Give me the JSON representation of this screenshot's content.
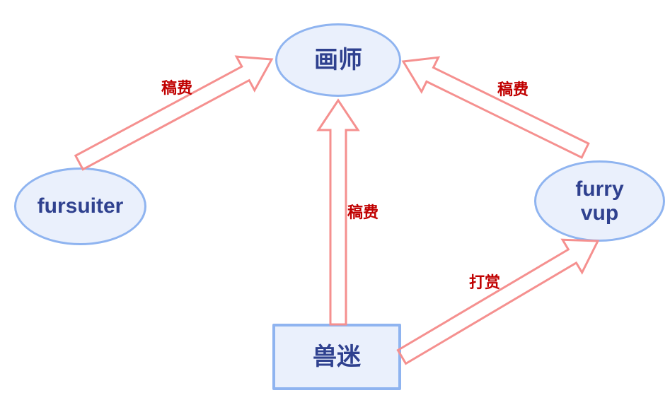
{
  "diagram": {
    "colors": {
      "node_fill": "#EAF0FC",
      "node_border": "#8FB4F0",
      "node_text": "#2F418F",
      "arrow_stroke": "#F5908F",
      "edge_label_color": "#C00000",
      "background": "#FFFFFF"
    },
    "nodes": [
      {
        "id": "artist",
        "shape": "ellipse",
        "label": "画师"
      },
      {
        "id": "fursuiter",
        "shape": "ellipse",
        "label": "fursuiter"
      },
      {
        "id": "furry-vup",
        "shape": "ellipse",
        "label": "furry vup"
      },
      {
        "id": "furry-fan",
        "shape": "rectangle",
        "label": "兽迷"
      }
    ],
    "edges": [
      {
        "from": "fursuiter",
        "to": "artist",
        "label": "稿费",
        "arrow_style": "hollow-block"
      },
      {
        "from": "furry-vup",
        "to": "artist",
        "label": "稿费",
        "arrow_style": "hollow-block"
      },
      {
        "from": "furry-fan",
        "to": "artist",
        "label": "稿费",
        "arrow_style": "hollow-block"
      },
      {
        "from": "furry-fan",
        "to": "furry-vup",
        "label": "打赏",
        "arrow_style": "hollow-block"
      }
    ]
  }
}
